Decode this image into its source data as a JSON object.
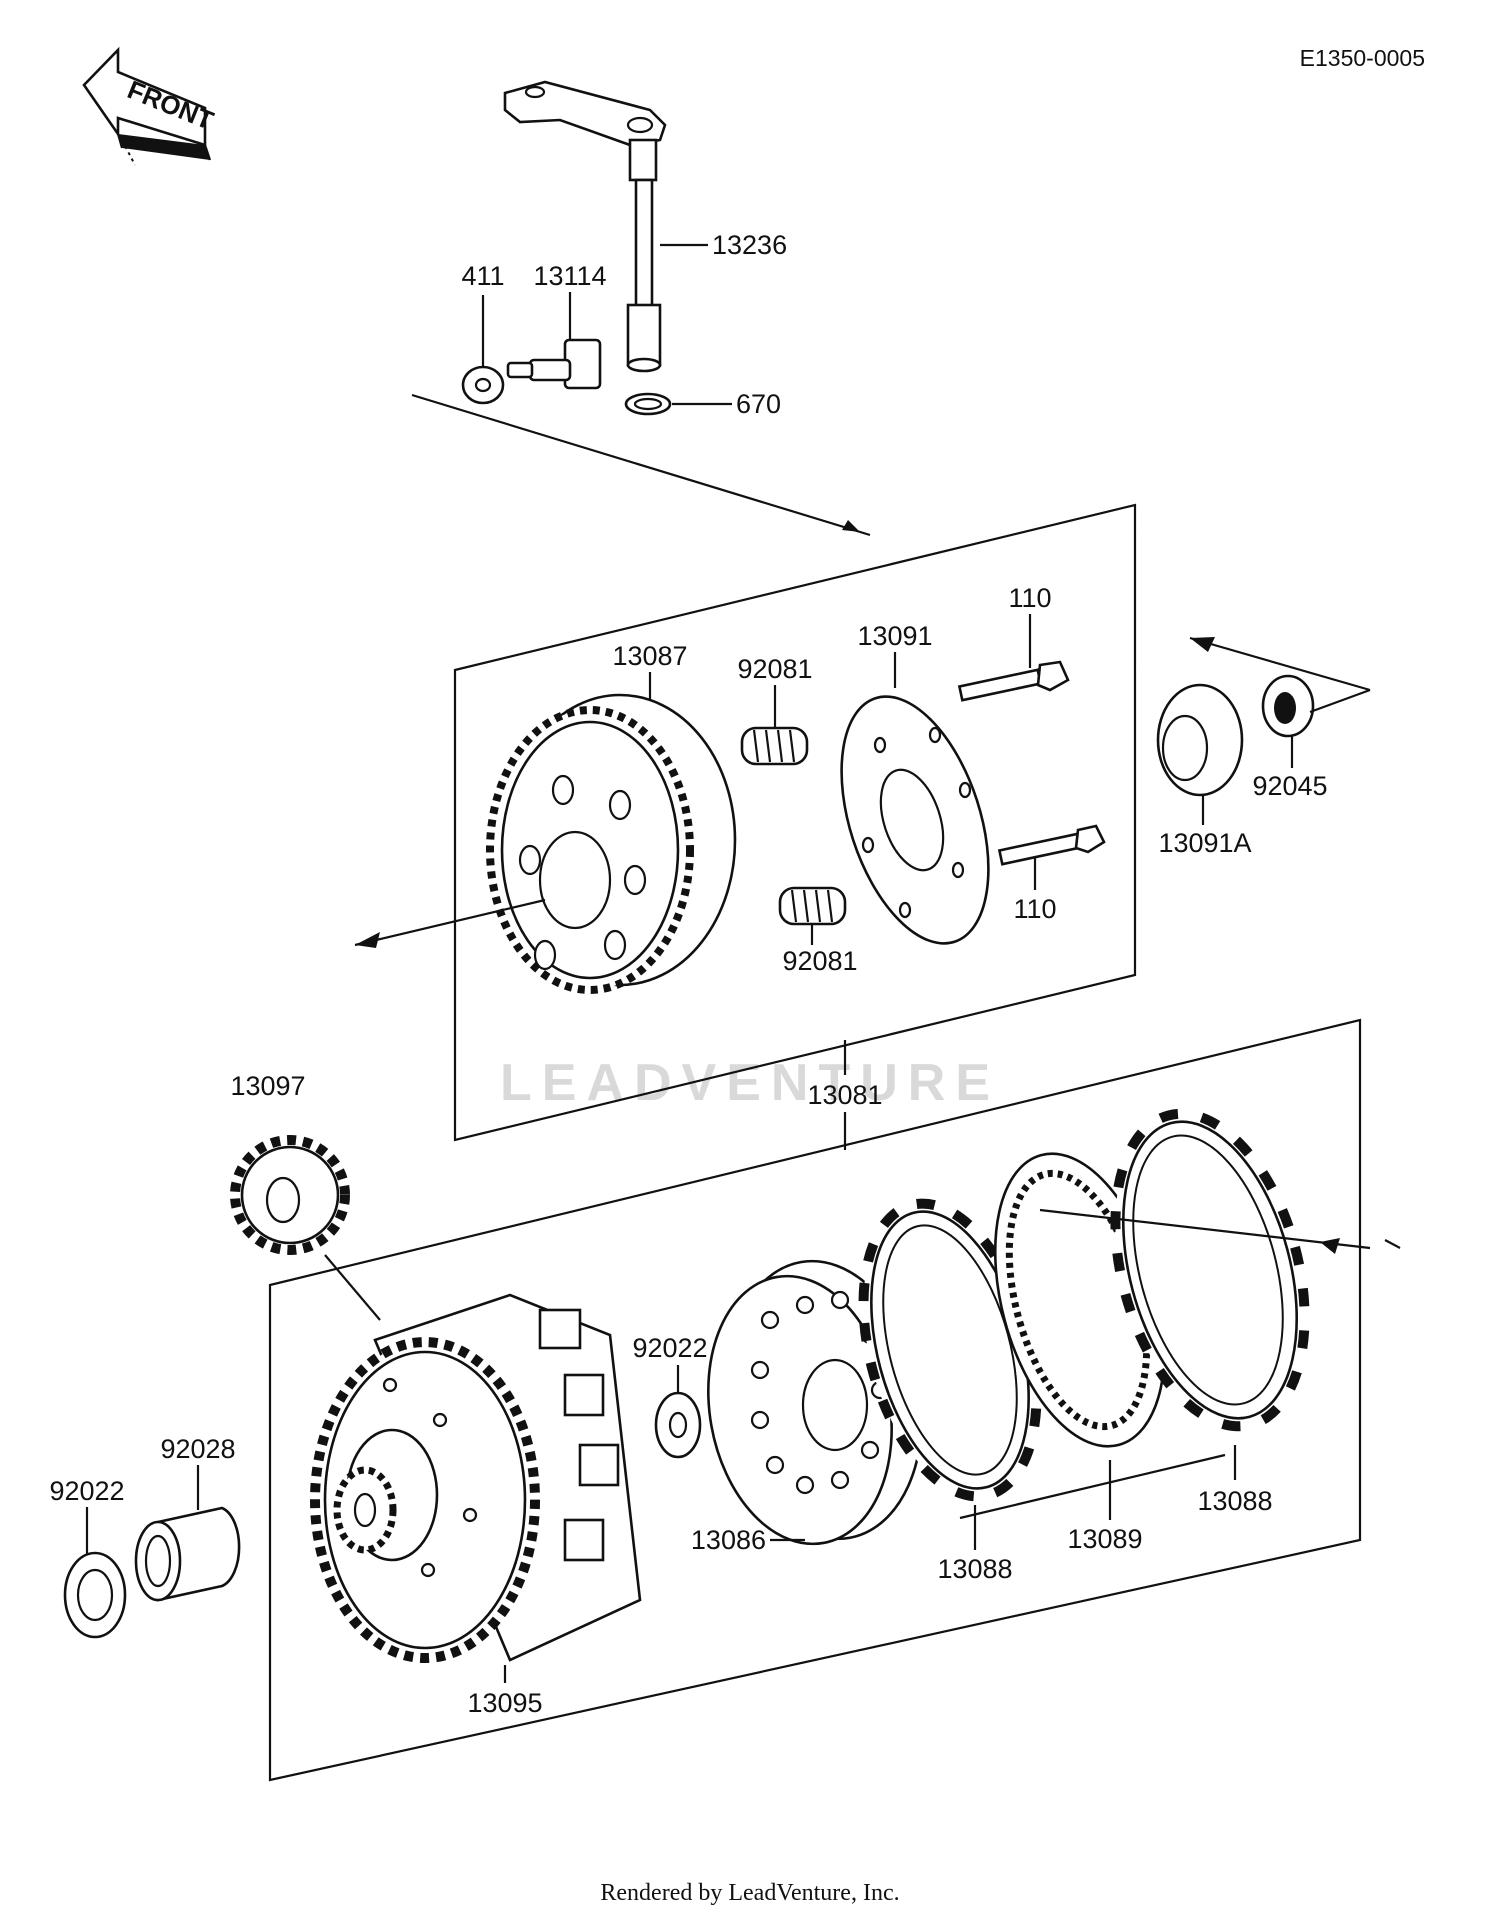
{
  "diagram_code": "E1350-0005",
  "front_marker": "FRONT",
  "watermark": "LEADVENTURE",
  "footer": "Rendered by LeadVenture, Inc.",
  "parts": {
    "p13236": "13236",
    "p411": "411",
    "p13114": "13114",
    "p670": "670",
    "p13087": "13087",
    "p92081_top": "92081",
    "p13091": "13091",
    "p110_top": "110",
    "p110_bottom": "110",
    "p92081_bottom": "92081",
    "p13091A": "13091A",
    "p92045": "92045",
    "p13081": "13081",
    "p13097": "13097",
    "p92022_mid": "92022",
    "p92022_left": "92022",
    "p92028": "92028",
    "p13086": "13086",
    "p13088_left": "13088",
    "p13089": "13089",
    "p13088_right": "13088",
    "p13095": "13095"
  }
}
